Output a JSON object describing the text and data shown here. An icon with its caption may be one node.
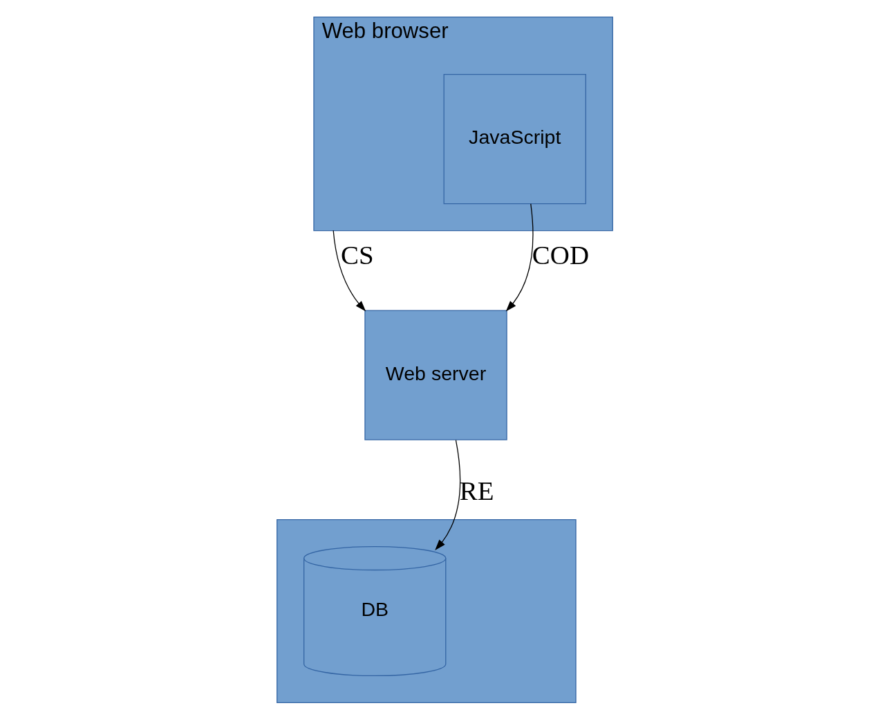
{
  "diagram": {
    "nodes": [
      {
        "text": [
          "Web browser"
        ]
      },
      {
        "text": [
          "JavaScript"
        ],
        "in": 0
      },
      {
        "text": [
          "Web server"
        ]
      },
      {
        "text": [],
        "shape": "box"
      },
      {
        "text": [
          "DB"
        ],
        "in": 3
      }
    ],
    "edges": [
      {
        "from": 0,
        "to": 2,
        "arrow": "to",
        "label": "CS"
      },
      {
        "from": 1,
        "to": 2,
        "arrow": "to",
        "label": "COD"
      },
      {
        "from": 2,
        "to": 4,
        "arrow": "to",
        "label": "RE"
      }
    ]
  }
}
